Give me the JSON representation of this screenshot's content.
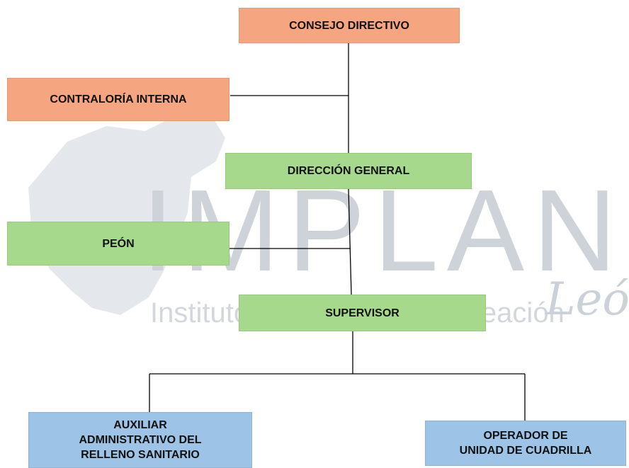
{
  "colors": {
    "orange": "#f5a57f",
    "green": "#a7d98c",
    "blue": "#9dc3e7",
    "connector": "#000000"
  },
  "watermark": {
    "main": "IMPLAN",
    "subtitle": "Instituto Municipal de Planeación",
    "city": "León"
  },
  "org": {
    "consejo": "CONSEJO DIRECTIVO",
    "contraloria": "CONTRALORÍA INTERNA",
    "direccion": "DIRECCIÓN GENERAL",
    "peon": "PEÓN",
    "supervisor": "SUPERVISOR",
    "auxiliar": "AUXILIAR\nADMINISTRATIVO DEL\nRELLENO SANITARIO",
    "operador": "OPERADOR DE\nUNIDAD DE CUADRILLA"
  }
}
